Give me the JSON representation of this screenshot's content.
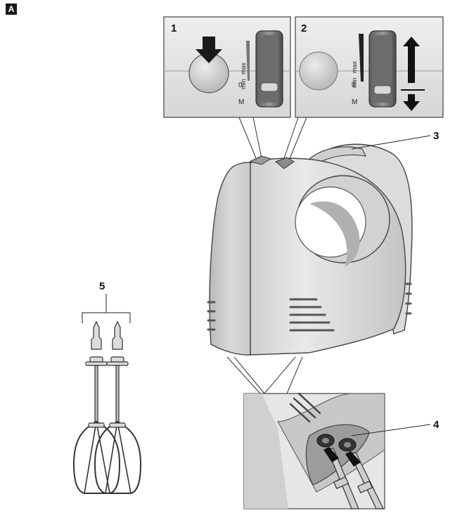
{
  "figure": {
    "label": "A"
  },
  "insets": {
    "speed_on": {
      "number": "1",
      "min": "min",
      "max": "max",
      "zero": "0",
      "m": "M"
    },
    "speed_adjust": {
      "number": "2",
      "min": "min",
      "max": "max",
      "zero": "0",
      "m": "M"
    }
  },
  "callouts": {
    "handle": "3",
    "ejector": "4",
    "beaters": "5"
  }
}
